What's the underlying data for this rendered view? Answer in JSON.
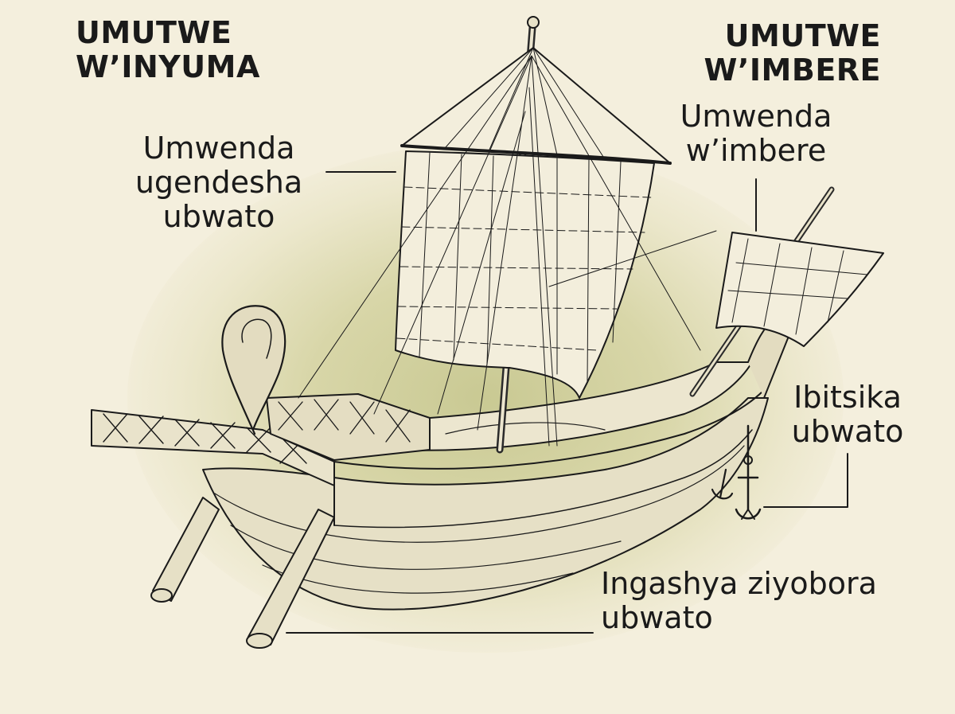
{
  "heading_stern": [
    "UMUTWE",
    "W’INYUMA"
  ],
  "heading_bow": [
    "UMUTWE",
    "W’IMBERE"
  ],
  "labels": {
    "mainsail": [
      "Umwenda",
      "ugendesha",
      "ubwato"
    ],
    "foresail": [
      "Umwenda",
      "w’imbere"
    ],
    "anchor": [
      "Ibitsika",
      "ubwato"
    ],
    "rudder": [
      "Ingashya ziyobora",
      "ubwato"
    ]
  },
  "colors": {
    "background": "#f4efdd",
    "highlight": "#c9c993",
    "ink": "#1a1a1a",
    "sail": "#f3eedc"
  }
}
